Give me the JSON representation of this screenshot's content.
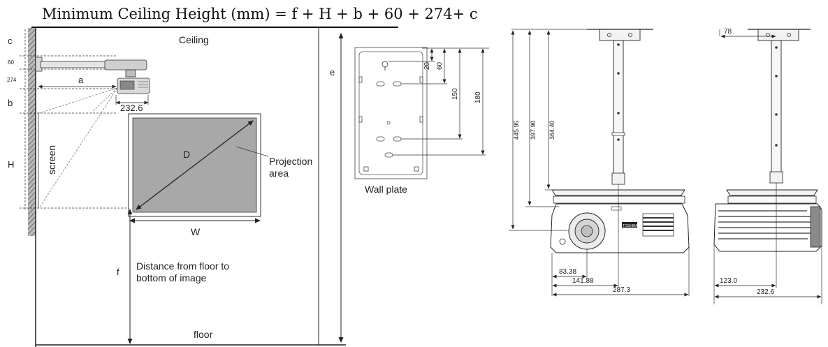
{
  "formula": "Minimum Ceiling Height (mm) = f + H + b + 60 + 274+ c",
  "left": {
    "ceiling": "Ceiling",
    "floor": "floor",
    "c": "c",
    "d60": "60",
    "d274": "274",
    "b": "b",
    "H": "H",
    "a": "a",
    "depth": "232.6",
    "screen": "screen",
    "D": "D",
    "W": "W",
    "projection_line1": "Projection",
    "projection_line2": "area",
    "e": "e",
    "f": "f",
    "distance_line1": "Distance from floor to",
    "distance_line2": "bottom of image"
  },
  "wall_plate": {
    "label": "Wall plate",
    "d20": "20",
    "d60": "60",
    "d150": "150",
    "d180": "180"
  },
  "front_view": {
    "h445": "445.95",
    "h397": "397.90",
    "h364": "364.40",
    "w83": "83.38",
    "w141": "141.88",
    "w287": "287.3",
    "brand": "TOSHIBA"
  },
  "side_view": {
    "top": "78",
    "w123": "123.0",
    "w232": "232.6"
  }
}
